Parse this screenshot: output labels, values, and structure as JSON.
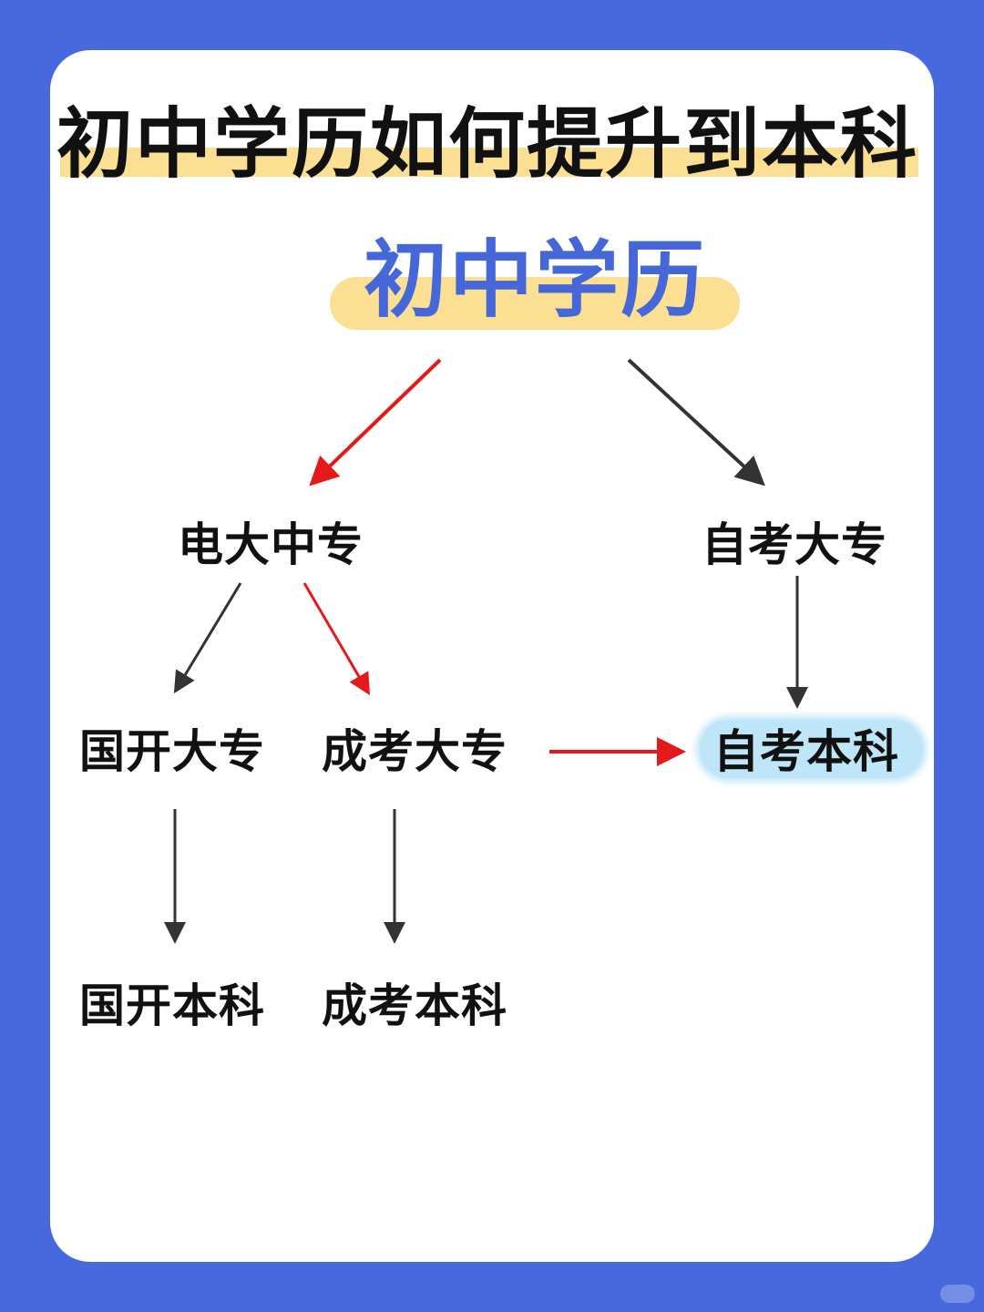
{
  "title": "初中学历如何提升到本科",
  "root": "初中学历",
  "nodes": {
    "tvu_secondary": "电大中专",
    "self_exam_college": "自考大专",
    "ou_college": "国开大专",
    "adult_exam_college": "成考大专",
    "self_exam_bachelor": "自考本科",
    "ou_bachelor": "国开本科",
    "adult_exam_bachelor": "成考本科"
  },
  "colors": {
    "background": "#4869dd",
    "card": "#ffffff",
    "highlight_yellow": "#fbe094",
    "highlight_blue": "#bfe6f8",
    "root_text": "#4567d8",
    "arrow_recommended": "#e41a1a",
    "arrow_default": "#333333"
  }
}
